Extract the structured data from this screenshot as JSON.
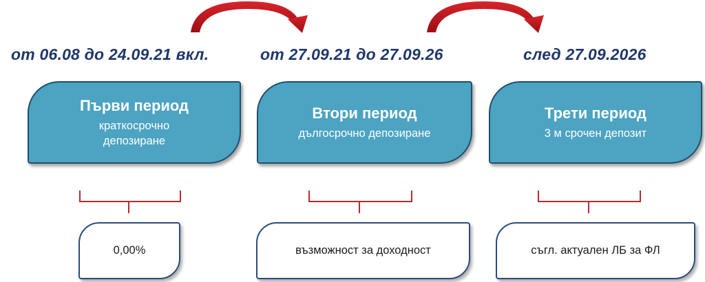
{
  "periods": [
    {
      "date": "от 06.08 до 24.09.21 вкл.",
      "title": "Първи период",
      "subtitle_line1": "краткосрочно",
      "subtitle_line2": "депозиране",
      "result": "0,00%"
    },
    {
      "date": "от 27.09.21 до 27.09.26",
      "title": "Втори период",
      "subtitle_line1": "дългосрочно депозиране",
      "subtitle_line2": "",
      "result": "възможност за доходност"
    },
    {
      "date": "след 27.09.2026",
      "title": "Трети период",
      "subtitle_line1": "3 м срочен депозит",
      "subtitle_line2": "",
      "result": "съгл. актуален ЛБ за ФЛ"
    }
  ],
  "colors": {
    "box_fill": "#4ca3c2",
    "box_border": "#1f4e6e",
    "date_text": "#1f3769",
    "brace": "#c0272d",
    "arrow": "#b8141c"
  }
}
